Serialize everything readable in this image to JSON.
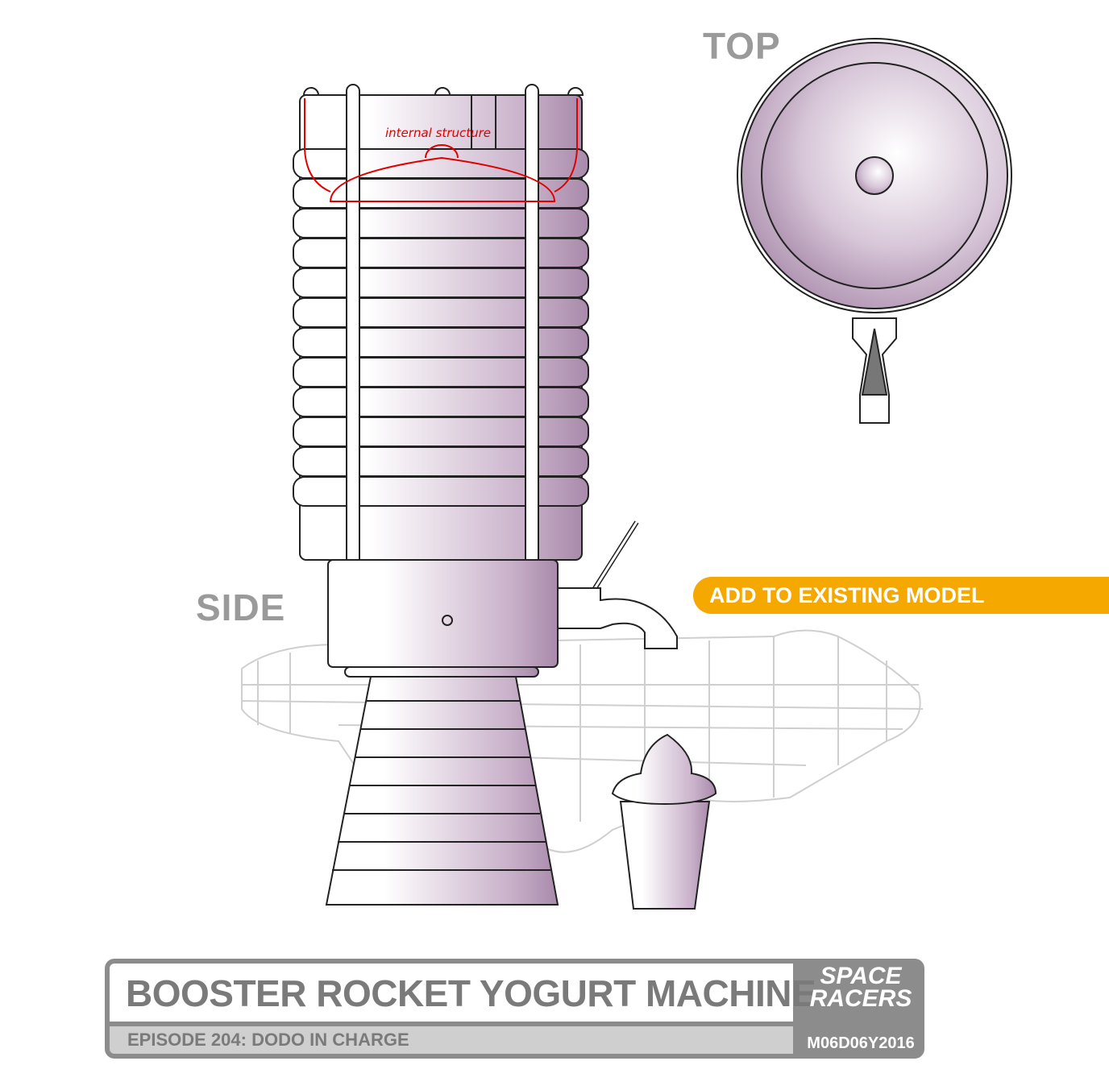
{
  "labels": {
    "top": "TOP",
    "side": "SIDE",
    "annotation": "internal structure"
  },
  "banner": {
    "text": "ADD TO EXISTING MODEL",
    "color": "#f4a800"
  },
  "titlebox": {
    "title": "BOOSTER ROCKET YOGURT MACHINE",
    "subtitle": "EPISODE 204: DODO IN CHARGE",
    "logo_line1": "SPACE",
    "logo_line2": "RACERS",
    "date": "M06D06Y2016"
  },
  "colors": {
    "body_shade": "#b39ab5",
    "outline": "#222222",
    "wireframe": "#c8c8c8",
    "annotation": "#e00000"
  }
}
